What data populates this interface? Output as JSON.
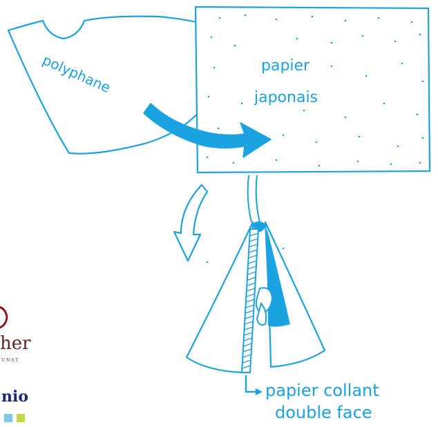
{
  "labels": {
    "polyphane": "polyphane",
    "papier_japonais_line1": "papier",
    "papier_japonais_line2": "japonais",
    "tape_line1": "papier collant",
    "tape_line2": "double face"
  },
  "logos": {
    "logo1_text": "her",
    "logo1_sub": "U N S T",
    "logo2_text": "nio"
  },
  "colors": {
    "ink": "#1aa3e0",
    "arrow": "#1aa3e0"
  }
}
